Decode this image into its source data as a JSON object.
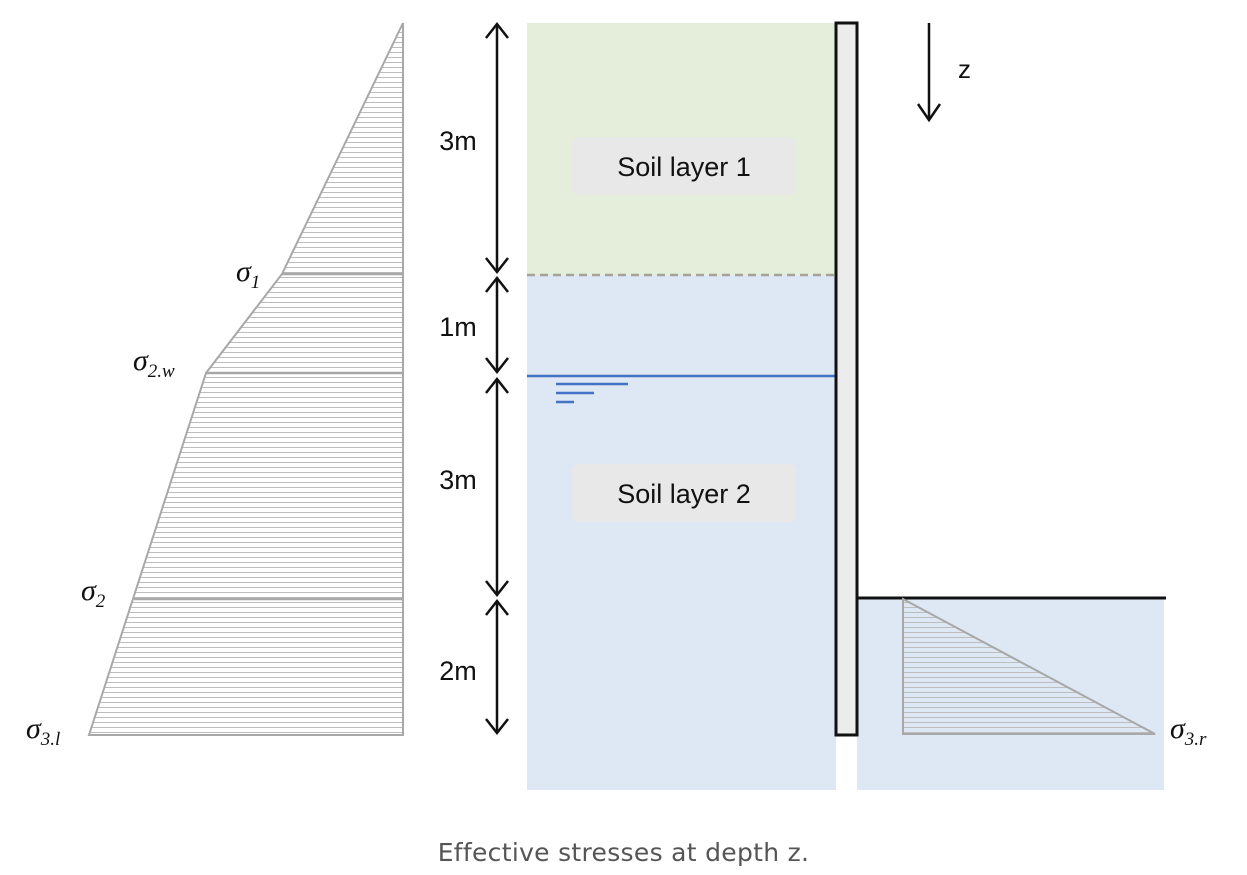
{
  "diagram": {
    "layers": [
      {
        "label": "Soil layer 1",
        "color": "#e4eedb"
      },
      {
        "label": "Soil layer 2",
        "color": "#dde8f4"
      }
    ],
    "dimensions": [
      "3m",
      "1m",
      "3m",
      "2m"
    ],
    "depth_axis": "z",
    "stresses_left": [
      {
        "symbol": "σ",
        "subscript": "1"
      },
      {
        "symbol": "σ",
        "subscript": "2.w"
      },
      {
        "symbol": "σ",
        "subscript": "2"
      },
      {
        "symbol": "σ",
        "subscript": "3.l"
      }
    ],
    "stress_right": {
      "symbol": "σ",
      "subscript": "3.r"
    },
    "colors": {
      "wall_fill": "#ececec",
      "water_table": "#4472c4",
      "hatch": "#b8b8b8",
      "outline": "#a8a8a8"
    }
  },
  "caption": "Effective stresses at depth z."
}
